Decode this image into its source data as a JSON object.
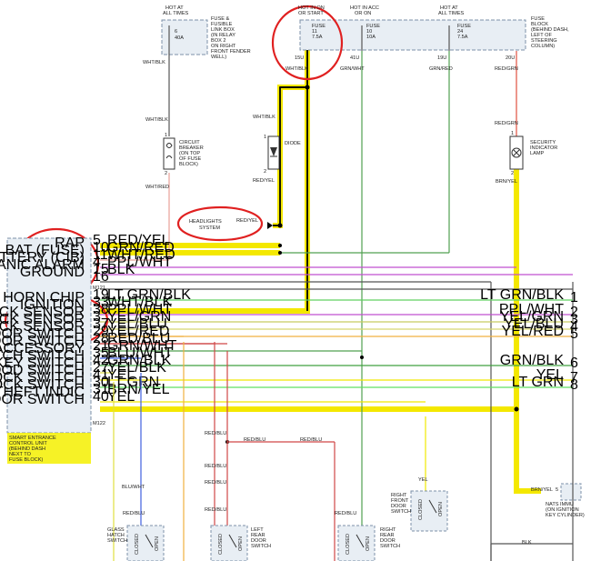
{
  "hot_labels": [
    {
      "id": "hot-times-1",
      "lines": [
        "HOT AT",
        "ALL TIMES"
      ]
    },
    {
      "id": "hot-on-start",
      "lines": [
        "HOT IN ON",
        "OR START"
      ]
    },
    {
      "id": "hot-acc-on",
      "lines": [
        "HOT IN ACC",
        "OR ON"
      ]
    },
    {
      "id": "hot-times-2",
      "lines": [
        "HOT AT",
        "ALL TIMES"
      ]
    }
  ],
  "fuse_link_box": {
    "fuse_no": "6",
    "amps": "40A",
    "label_lines": [
      "FUSE &",
      "FUSIBLE",
      "LINK BOX",
      "(IN RELAY",
      "BOX 2",
      "ON RIGHT",
      "FRONT FENDER",
      "WELL)"
    ]
  },
  "fuse_block": {
    "label_lines": [
      "FUSE",
      "BLOCK",
      "(BEHIND DASH,",
      "LEFT OF",
      "STEERING",
      "COLUMN)"
    ],
    "fuses": [
      {
        "id": "fuse-11",
        "word": "FUSE",
        "no": "11",
        "amps": "7.5A",
        "term": "15U"
      },
      {
        "id": "fuse-10",
        "word": "FUSE",
        "no": "10",
        "amps": "10A",
        "term": "41U"
      },
      {
        "id": "fuse-24",
        "word": "FUSE",
        "no": "24",
        "amps": "7.5A",
        "term": "19U"
      }
    ],
    "term_20": "20U"
  },
  "wires": {
    "wht_blk": "WHT/BLK",
    "wht_red": "WHT/RED",
    "red_yel": "RED/YEL",
    "grn_wht": "GRN/WHT",
    "grn_red": "GRN/RED",
    "red_grn": "RED/GRN",
    "brn_yel": "BRN/YEL",
    "red_blu": "RED/BLU",
    "blu_wht": "BLU/WHT",
    "yel": "YEL",
    "blk": "BLK"
  },
  "components": {
    "breaker": {
      "pin1": "1",
      "pin2": "2",
      "label_lines": [
        "CIRCUIT",
        "BREAKER",
        "(ON TOP",
        "OF FUSE",
        "BLOCK)"
      ]
    },
    "diode": {
      "pin1": "1",
      "pin2": "2",
      "label": "DIODE"
    },
    "lamp": {
      "pin1": "1",
      "pin2": "2",
      "label_lines": [
        "SECURITY",
        "INDICATOR",
        "LAMP"
      ]
    },
    "headlights": {
      "lines": [
        "HEADLIGHTS",
        "SYSTEM"
      ]
    },
    "nats": {
      "pin": "5",
      "lines": [
        "NATS IMMU",
        "(ON IGNITION",
        "KEY CYLINDER)"
      ]
    }
  },
  "control_unit": {
    "label_lines": [
      "SMART ENTRANCE",
      "CONTROL UNIT",
      "(BEHIND DASH",
      "NEXT TO",
      "FUSE BLOCK)"
    ],
    "conn_a": "M121",
    "conn_b": "M122",
    "pins": [
      {
        "name": "RAP",
        "pin": "5",
        "wire": "RED/YEL",
        "color": "#f4e800",
        "out_no": ""
      },
      {
        "name": "BAT (FUSE)",
        "pin": "10",
        "wire": "GRN/RED",
        "color": "#f4e800",
        "out_no": ""
      },
      {
        "name": "BATTERY (CIB)",
        "pin": "11",
        "wire": "WHT/RED",
        "color": "#e8a098",
        "out_no": ""
      },
      {
        "name": "PANIC ALARM",
        "pin": "4",
        "wire": "PPL/WHT",
        "color": "#c050d0",
        "out_no": ""
      },
      {
        "name": "GROUND",
        "pin": "15",
        "wire": "BLK",
        "color": "#555555",
        "out_no": ""
      },
      {
        "name": "",
        "pin": "16",
        "wire": "",
        "color": "",
        "out_no": ""
      },
      {
        "name": "HORN CHIP",
        "pin": "19",
        "wire": "LT GRN/BLK",
        "color": "#60d060",
        "out_no": "1"
      },
      {
        "name": "IGNITION",
        "pin": "33",
        "wire": "WHT/BLK",
        "color": "#f4e800",
        "out_no": ""
      },
      {
        "name": "DOOR UNLOCK SENSOR",
        "pin": "38",
        "wire": "PPL/WHT",
        "color": "#c050d0",
        "out_no": "2"
      },
      {
        "name": "DOOR UNLOCK SENSOR",
        "pin": "3",
        "wire": "YEL/GRN",
        "color": "#c8cc60",
        "out_no": "3"
      },
      {
        "name": "DOOR UNLOCK SENSOR",
        "pin": "37",
        "wire": "YEL/BLU",
        "color": "#d8d870",
        "out_no": "4"
      },
      {
        "name": "DOOR SWITCH",
        "pin": "29",
        "wire": "YEL/RED",
        "color": "#f0b040",
        "out_no": "5"
      },
      {
        "name": "DOOR SWITCH",
        "pin": "28",
        "wire": "RED/BLU",
        "color": "#d04848",
        "out_no": ""
      },
      {
        "name": "ACCESSORY",
        "pin": "21",
        "wire": "GRN/WHT",
        "color": "#50a050",
        "out_no": ""
      },
      {
        "name": "GLASS HATCH SWITCH",
        "pin": "35",
        "wire": "BLU/WHT",
        "color": "#4060e0",
        "out_no": ""
      },
      {
        "name": "HATCH KEY SWITCH",
        "pin": "42",
        "wire": "GRN/BLK",
        "color": "#40a040",
        "out_no": "6"
      },
      {
        "name": "HOOD SWITCH",
        "pin": "27",
        "wire": "YEL/BLK",
        "color": "#e0e040",
        "out_no": ""
      },
      {
        "name": "DOOR KEY LOCK SWITCH",
        "pin": "41",
        "wire": "YEL",
        "color": "#f0e800",
        "out_no": "7"
      },
      {
        "name": "DOOR KEY UNLOCK SWITCH",
        "pin": "30",
        "wire": "LT GRN",
        "color": "#60e060",
        "out_no": "8"
      },
      {
        "name": "ANTI-THEFT INDIC",
        "pin": "31",
        "wire": "BRN/YEL",
        "color": "#f4e800",
        "out_no": ""
      },
      {
        "name": "DOOR SWITCH",
        "pin": "40",
        "wire": "YEL",
        "color": "#f0e800",
        "out_no": ""
      }
    ],
    "right_labels": [
      {
        "row": 6,
        "text": "LT GRN/BLK",
        "no": "1"
      },
      {
        "row": 8,
        "text": "PPL/WHT",
        "no": "2"
      },
      {
        "row": 9,
        "text": "YEL/GRN",
        "no": "3"
      },
      {
        "row": 10,
        "text": "YEL/BLU",
        "no": "4"
      },
      {
        "row": 11,
        "text": "YEL/RED",
        "no": "5"
      },
      {
        "row": 15,
        "text": "GRN/BLK",
        "no": "6"
      },
      {
        "row": 17,
        "text": "YEL",
        "no": "7"
      },
      {
        "row": 18,
        "text": "LT GRN",
        "no": "8"
      }
    ]
  },
  "switches": [
    {
      "id": "glass-hatch",
      "label_lines": [
        "GLASS",
        "HATCH",
        "SWITCH"
      ],
      "closed": "CLOSED",
      "open": "OPEN"
    },
    {
      "id": "left-rear",
      "label_lines": [
        "LEFT",
        "REAR",
        "DOOR",
        "SWITCH"
      ],
      "closed": "CLOSED",
      "open": "OPEN"
    },
    {
      "id": "right-rear",
      "label_lines": [
        "RIGHT",
        "REAR",
        "DOOR",
        "SWITCH"
      ],
      "closed": "CLOSED",
      "open": "OPEN"
    },
    {
      "id": "right-front",
      "label_lines": [
        "RIGHT",
        "FRONT",
        "DOOR",
        "SWITCH"
      ],
      "closed": "CLOSED",
      "open": "OPEN"
    }
  ]
}
